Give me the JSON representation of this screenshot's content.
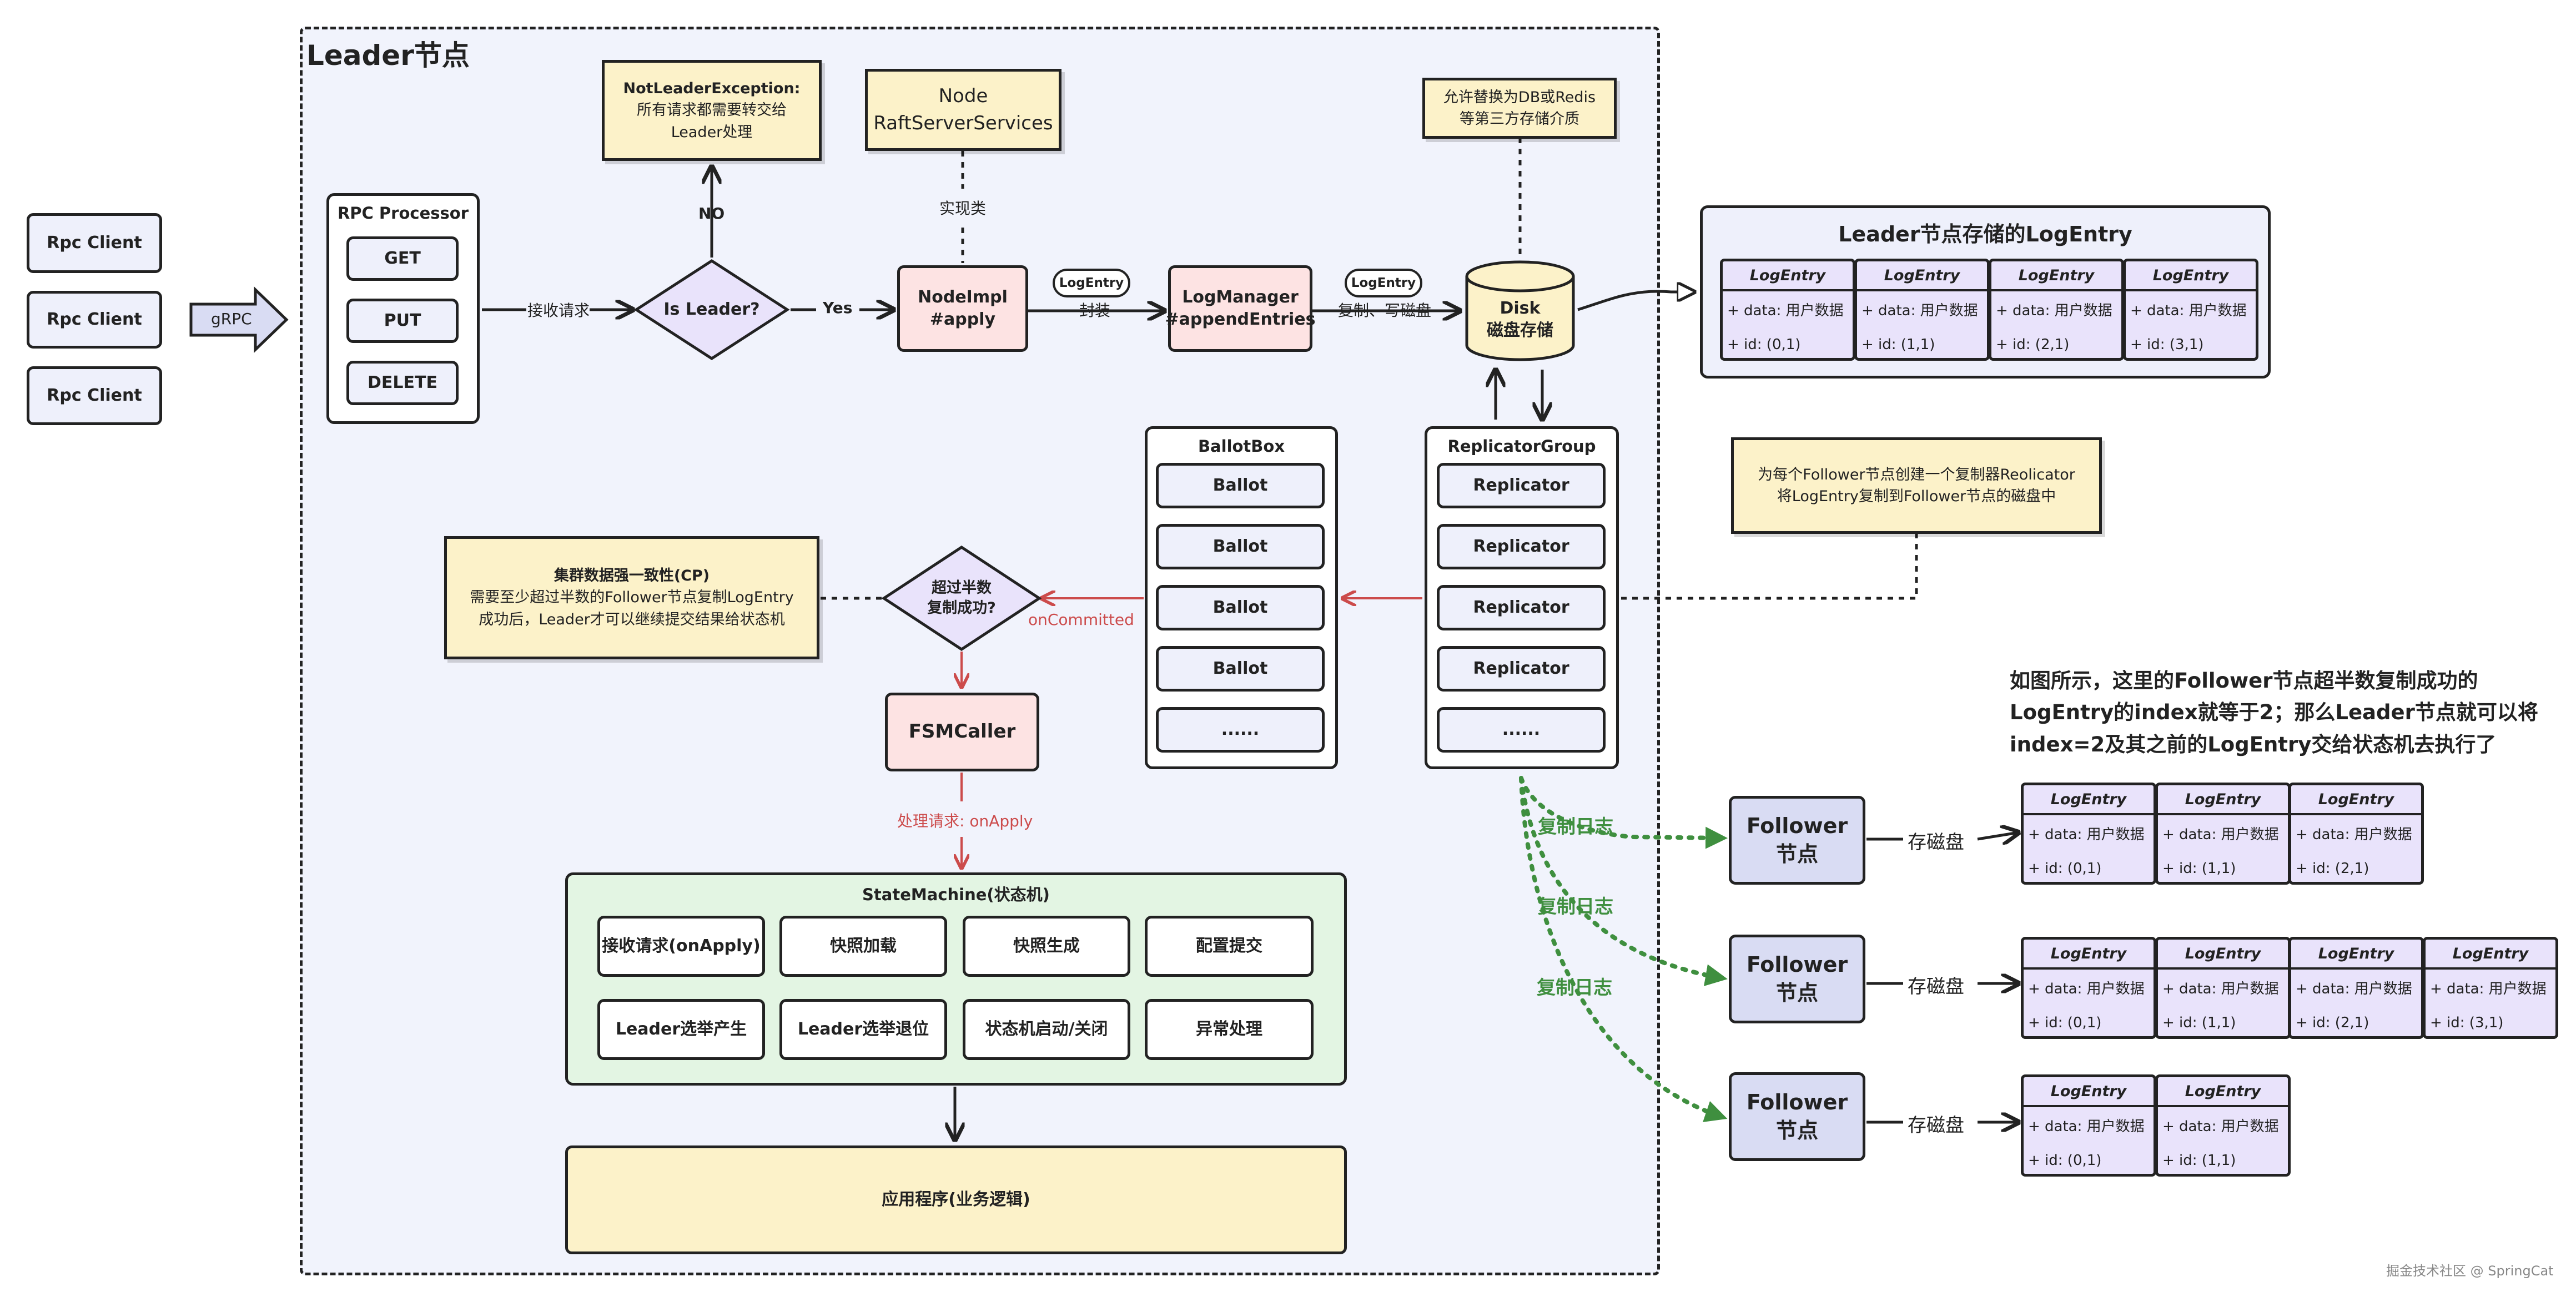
{
  "leader": {
    "title": "Leader节点"
  },
  "rpc_clients": [
    "Rpc Client",
    "Rpc Client",
    "Rpc Client"
  ],
  "grpc": "gRPC",
  "rpc_processor": {
    "title": "RPC Processor",
    "items": [
      "GET",
      "PUT",
      "DELETE"
    ]
  },
  "edges": {
    "receive": "接收请求",
    "yes": "Yes",
    "no": "NO",
    "implements": "实现类",
    "encapsulate": "封装",
    "copy_write": "复制、写磁盘",
    "on_committed": "onCommitted",
    "process_request": "处理请求: onApply",
    "store_disk": "存磁盘",
    "replicate_log": "复制日志"
  },
  "is_leader": "Is Leader?",
  "not_leader_note": {
    "title": "NotLeaderException:",
    "lines": [
      "所有请求都需要转交给",
      "Leader处理"
    ]
  },
  "node_services_note": {
    "lines": [
      "Node",
      "RaftServerServices"
    ]
  },
  "nodeimpl": {
    "lines": [
      "NodeImpl",
      "#apply"
    ]
  },
  "log_manager": {
    "lines": [
      "LogManager",
      "#appendEntries"
    ]
  },
  "pills": {
    "log_entry": "LogEntry"
  },
  "disk": {
    "lines": [
      "Disk",
      "磁盘存储"
    ]
  },
  "disk_note": {
    "lines": [
      "允许替换为DB或Redis",
      "等第三方存储介质"
    ]
  },
  "leader_log": {
    "title": "Leader节点存储的LogEntry",
    "entries": [
      {
        "header": "LogEntry",
        "data": "+ data: 用户数据",
        "id": "+ id: (0,1)"
      },
      {
        "header": "LogEntry",
        "data": "+ data: 用户数据",
        "id": "+ id: (1,1)"
      },
      {
        "header": "LogEntry",
        "data": "+ data: 用户数据",
        "id": "+ id: (2,1)"
      },
      {
        "header": "LogEntry",
        "data": "+ data: 用户数据",
        "id": "+ id: (3,1)"
      }
    ]
  },
  "ballot_box": {
    "title": "BallotBox",
    "items": [
      "Ballot",
      "Ballot",
      "Ballot",
      "Ballot",
      "......"
    ]
  },
  "replicator_group": {
    "title": "ReplicatorGroup",
    "items": [
      "Replicator",
      "Replicator",
      "Replicator",
      "Replicator",
      "......"
    ]
  },
  "replicator_note": {
    "lines": [
      "为每个Follower节点创建一个复制器Reolicator",
      "将LogEntry复制到Follower节点的磁盘中"
    ]
  },
  "consistency_note": {
    "title": "集群数据强一致性(CP)",
    "lines": [
      "需要至少超过半数的Follower节点复制LogEntry",
      "成功后，Leader才可以继续提交结果给状态机"
    ]
  },
  "majority": {
    "lines": [
      "超过半数",
      "复制成功?"
    ]
  },
  "fsm_caller": "FSMCaller",
  "state_machine": {
    "title": "StateMachine(状态机)",
    "items": [
      "接收请求(onApply)",
      "快照加载",
      "快照生成",
      "配置提交",
      "Leader选举产生",
      "Leader选举退位",
      "状态机启动/关闭",
      "异常处理"
    ]
  },
  "application": "应用程序(业务逻辑)",
  "explanation": {
    "lines": [
      "如图所示，这里的Follower节点超半数复制成功的",
      "LogEntry的index就等于2；那么Leader节点就可以将",
      "index=2及其之前的LogEntry交给状态机去执行了"
    ]
  },
  "followers": [
    {
      "lines": [
        "Follower",
        "节点"
      ],
      "entries": [
        {
          "header": "LogEntry",
          "data": "+ data: 用户数据",
          "id": "+ id: (0,1)"
        },
        {
          "header": "LogEntry",
          "data": "+ data: 用户数据",
          "id": "+ id: (1,1)"
        },
        {
          "header": "LogEntry",
          "data": "+ data: 用户数据",
          "id": "+ id: (2,1)"
        }
      ]
    },
    {
      "lines": [
        "Follower",
        "节点"
      ],
      "entries": [
        {
          "header": "LogEntry",
          "data": "+ data: 用户数据",
          "id": "+ id: (0,1)"
        },
        {
          "header": "LogEntry",
          "data": "+ data: 用户数据",
          "id": "+ id: (1,1)"
        },
        {
          "header": "LogEntry",
          "data": "+ data: 用户数据",
          "id": "+ id: (2,1)"
        },
        {
          "header": "LogEntry",
          "data": "+ data: 用户数据",
          "id": "+ id: (3,1)"
        }
      ]
    },
    {
      "lines": [
        "Follower",
        "节点"
      ],
      "entries": [
        {
          "header": "LogEntry",
          "data": "+ data: 用户数据",
          "id": "+ id: (0,1)"
        },
        {
          "header": "LogEntry",
          "data": "+ data: 用户数据",
          "id": "+ id: (1,1)"
        }
      ]
    }
  ],
  "watermark": "掘金技术社区 @ SpringCat",
  "colors": {
    "border": "#222222",
    "lavender": "#eef0fb",
    "purple": "#e9e3fb",
    "pink": "#fde3e3",
    "yellow": "#fcf2c9",
    "green": "#e3f5e3",
    "arrow_red": "#cc4b4b",
    "arrow_green": "#3f8f3f",
    "follower": "#d9dcf3"
  }
}
